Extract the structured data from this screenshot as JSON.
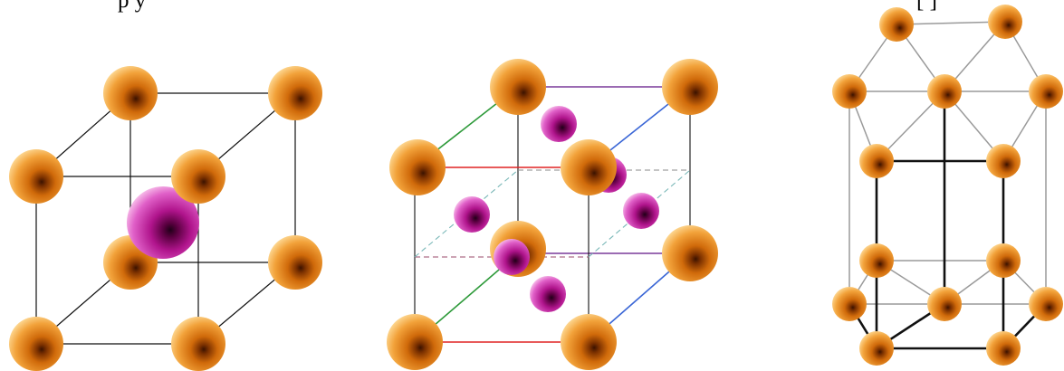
{
  "caption_fragments": {
    "left": "p                                                    y",
    "right": "[ ]"
  },
  "colors": {
    "background": "#ffffff",
    "orange_atom": "#e07b12",
    "magenta_atom": "#b0148c",
    "edge_dark": "#111111",
    "edge_gray": "#9a9a9a",
    "edge_green": "#2e9a3a",
    "edge_red": "#e02424",
    "edge_blue": "#3a66d6",
    "edge_purple": "#7a3a9a",
    "dashed_teal": "#7ab8b8",
    "dashed_maroon": "#9a4a6a"
  },
  "icons": [
    "orange-sphere-icon",
    "magenta-sphere-icon"
  ],
  "panels": [
    {
      "name": "bcc-cell-panel",
      "description_name": "body-centered-cubic-lattice"
    },
    {
      "name": "fcc-cell-panel",
      "description_name": "face-centered-cubic-lattice"
    },
    {
      "name": "hcp-cell-panel",
      "description_name": "hexagonal-close-packed-lattice"
    }
  ]
}
